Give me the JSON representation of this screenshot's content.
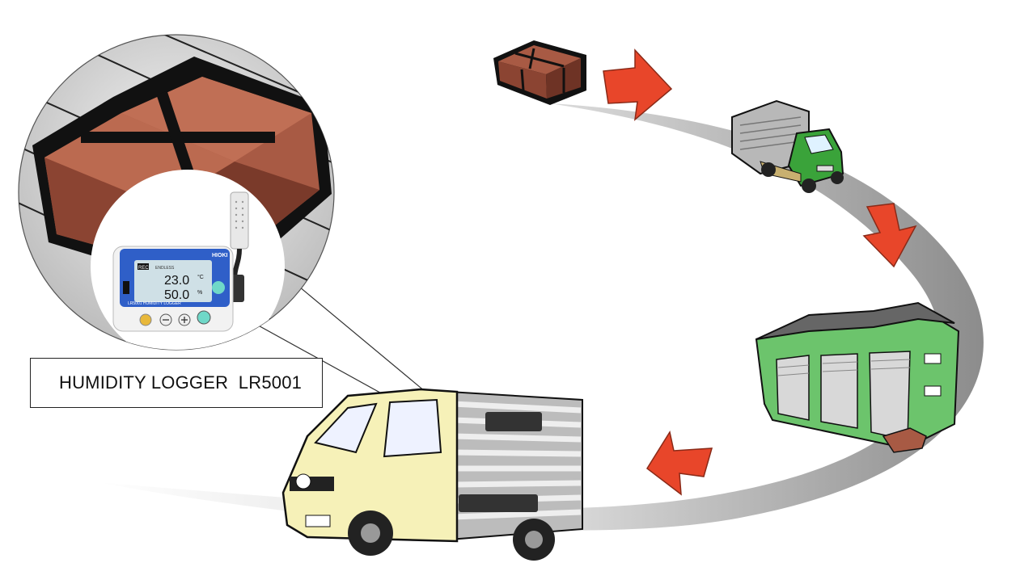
{
  "caption": "HUMIDITY LOGGER  LR5001",
  "device": {
    "brand": "HIOKI",
    "rec_label": "REC",
    "model_label": "LR5001  HUMIDITY LOGGER",
    "reading_1": "23.0",
    "reading_2": "50.0",
    "unit_1": "°C",
    "unit_2": "%",
    "mode_badge": "ENDLESS"
  },
  "colors": {
    "arrow": "#e8462a",
    "path_gray": "#9a9a9a",
    "box_brown": "#8b4a36",
    "truck_green": "#3aa33a",
    "warehouse_green": "#6cc46c",
    "van_cream": "#f6f1b8",
    "logger_blue": "#2f5fc8"
  }
}
